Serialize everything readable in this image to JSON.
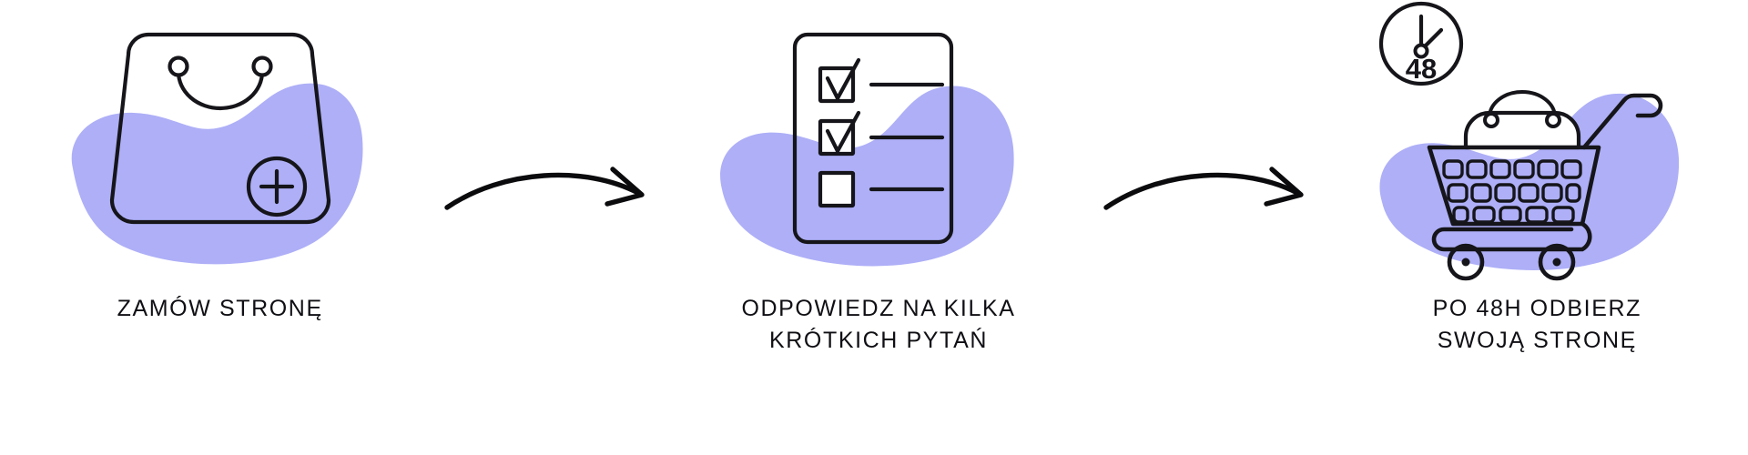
{
  "theme": {
    "background": "#ffffff",
    "blob_color": "#AEAFF7",
    "stroke_color": "#15151a",
    "text_color": "#0f0f14"
  },
  "steps": [
    {
      "id": "order-site",
      "icon": "shopping-bag-plus-icon",
      "label": "ZAMÓW STRONĘ"
    },
    {
      "id": "answer-questions",
      "icon": "checklist-document-icon",
      "label": "ODPOWIEDZ NA KILKA\nKRÓTKICH PYTAŃ"
    },
    {
      "id": "receive-site",
      "icon": "shopping-cart-clock-icon",
      "label": "PO 48H ODBIERZ\nSWOJĄ STRONĘ",
      "clock_badge": "48"
    }
  ],
  "connectors": [
    {
      "id": "arrow-1",
      "icon": "curved-arrow-right-icon"
    },
    {
      "id": "arrow-2",
      "icon": "curved-arrow-right-icon"
    }
  ]
}
